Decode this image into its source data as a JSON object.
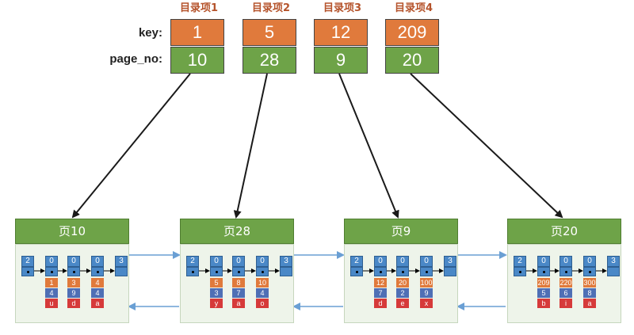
{
  "directory": {
    "key_label": "key:",
    "page_no_label": "page_no:",
    "entries": [
      {
        "title": "目录项1",
        "key": "1",
        "page_no": "10"
      },
      {
        "title": "目录项2",
        "key": "5",
        "page_no": "28"
      },
      {
        "title": "目录项3",
        "key": "12",
        "page_no": "9"
      },
      {
        "title": "目录项4",
        "key": "209",
        "page_no": "20"
      }
    ]
  },
  "pages": [
    {
      "label": "页10",
      "header": [
        "2",
        "0",
        "0",
        "0",
        "3"
      ],
      "records": [
        {
          "key": "1",
          "val": "4",
          "ch": "u"
        },
        {
          "key": "3",
          "val": "9",
          "ch": "d"
        },
        {
          "key": "4",
          "val": "4",
          "ch": "a"
        }
      ]
    },
    {
      "label": "页28",
      "header": [
        "2",
        "0",
        "0",
        "0",
        "3"
      ],
      "records": [
        {
          "key": "5",
          "val": "3",
          "ch": "y"
        },
        {
          "key": "8",
          "val": "7",
          "ch": "a"
        },
        {
          "key": "10",
          "val": "4",
          "ch": "o"
        }
      ]
    },
    {
      "label": "页9",
      "header": [
        "2",
        "0",
        "0",
        "0",
        "3"
      ],
      "records": [
        {
          "key": "12",
          "val": "7",
          "ch": "d"
        },
        {
          "key": "20",
          "val": "2",
          "ch": "e"
        },
        {
          "key": "100",
          "val": "9",
          "ch": "x"
        }
      ]
    },
    {
      "label": "页20",
      "header": [
        "2",
        "0",
        "0",
        "0",
        "3"
      ],
      "records": [
        {
          "key": "209",
          "val": "5",
          "ch": "b"
        },
        {
          "key": "220",
          "val": "6",
          "ch": "i"
        },
        {
          "key": "300",
          "val": "8",
          "ch": "a"
        }
      ]
    }
  ],
  "colors": {
    "key": "#e07a3c",
    "page_no": "#6ea348",
    "record": "#4a88c7",
    "arrow": "#1a1a1a",
    "link": "#6a9fd4"
  }
}
